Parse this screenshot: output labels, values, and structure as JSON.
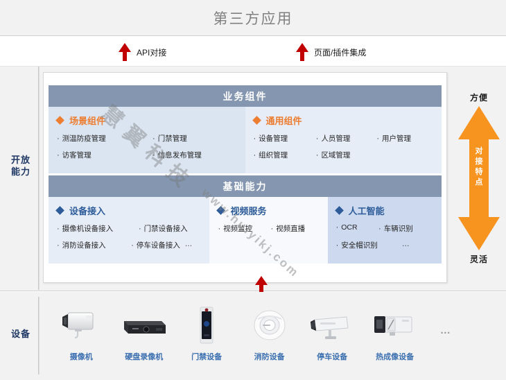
{
  "top": {
    "title": "第三方应用"
  },
  "integration": [
    {
      "label": "API对接",
      "icon": "up-arrow-icon"
    },
    {
      "label": "页面/插件集成",
      "icon": "up-arrow-icon"
    }
  ],
  "open_capability": {
    "side_label_line1": "开放",
    "side_label_line2": "能力",
    "bands": [
      {
        "header": "业务组件",
        "groups": [
          {
            "title": "场景组件",
            "accent": "#ed7d31",
            "items": [
              "测温防疫管理",
              "门禁管理",
              "访客管理",
              "信息发布管理"
            ],
            "ellipsis": ""
          },
          {
            "title": "通用组件",
            "accent": "#ed7d31",
            "items": [
              "设备管理",
              "人员管理",
              "用户管理",
              "组织管理",
              "区域管理"
            ],
            "ellipsis": ""
          }
        ]
      },
      {
        "header": "基础能力",
        "groups": [
          {
            "title": "设备接入",
            "accent": "#2e5c9a",
            "items": [
              "摄像机设备接入",
              "门禁设备接入",
              "消防设备接入",
              "停车设备接入"
            ],
            "ellipsis": "…"
          },
          {
            "title": "视频服务",
            "accent": "#2e5c9a",
            "items": [
              "视频监控",
              "视频直播"
            ],
            "ellipsis": ""
          },
          {
            "title": "人工智能",
            "accent": "#2e5c9a",
            "items": [
              "OCR",
              "车辆识别",
              "安全帽识别"
            ],
            "ellipsis": "…"
          }
        ]
      }
    ]
  },
  "feature_arrow": {
    "top_label": "方便",
    "bottom_label": "灵活",
    "vertical_chars": [
      "对",
      "接",
      "特",
      "点"
    ],
    "color": "#f79420"
  },
  "devices": {
    "side_label": "设备",
    "more": "…",
    "items": [
      {
        "name": "摄像机",
        "icon": "box-camera-icon"
      },
      {
        "name": "硬盘录像机",
        "icon": "nvr-recorder-icon"
      },
      {
        "name": "门禁设备",
        "icon": "access-terminal-icon"
      },
      {
        "name": "消防设备",
        "icon": "smoke-detector-icon"
      },
      {
        "name": "停车设备",
        "icon": "bullet-camera-icon"
      },
      {
        "name": "热成像设备",
        "icon": "thermal-camera-icon"
      }
    ]
  },
  "watermark": {
    "brand": "慧翼科技",
    "site": "www.huiyikj.com"
  }
}
